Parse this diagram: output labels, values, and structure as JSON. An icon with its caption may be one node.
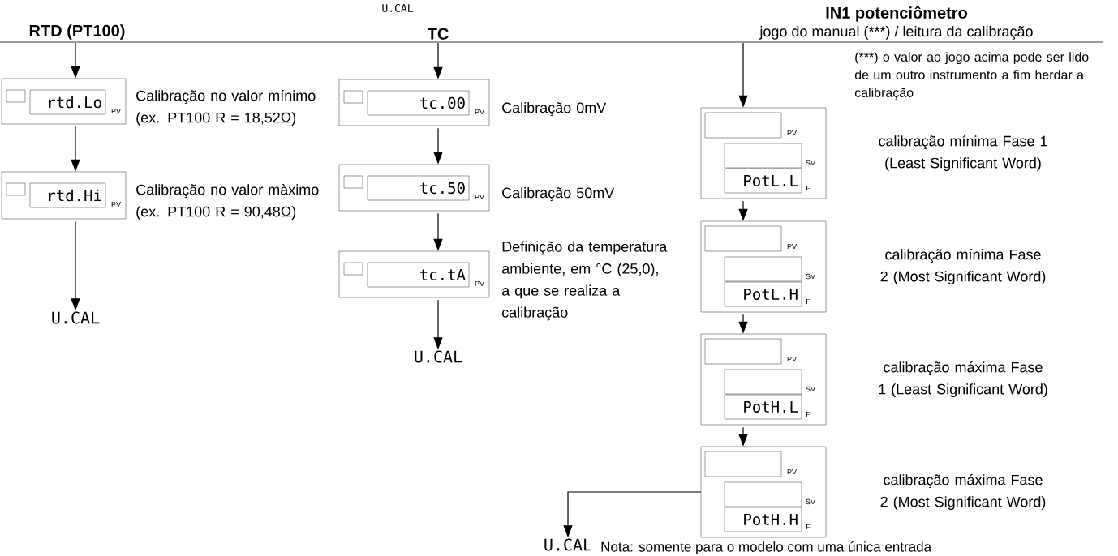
{
  "diagram": {
    "nodes": [
      {
        "text": [
          "RTD (PT100)"
        ]
      },
      {
        "text": [
          "rtd.Lo",
          "PV"
        ],
        "beside": [
          "Calibração no valor mínimo (ex. PT100  R = 18,52Ω)"
        ]
      },
      {
        "text": [
          "rtd.Hi",
          "PV"
        ],
        "beside": [
          "Calibração no valor màximo (ex. PT100  R = 90,48Ω)"
        ]
      },
      {
        "text": [
          "U.CAL"
        ]
      },
      {
        "text": [
          "TC"
        ]
      },
      {
        "text": [
          "tc.00",
          "PV"
        ],
        "beside": [
          "Calibração 0mV"
        ]
      },
      {
        "text": [
          "tc.50",
          "PV"
        ],
        "beside": [
          "Calibração  50mV"
        ]
      },
      {
        "text": [
          "tc.tA",
          "PV"
        ],
        "beside": [
          "Definição da temperatura ambiente, em °C (25,0), a que se realiza a calibração"
        ]
      },
      {
        "text": [
          "U.CAL"
        ]
      },
      {
        "text": [
          "IN1 potenciômetro",
          "jogo do manual (***) / leitura da calibração"
        ]
      },
      {
        "text": [
          "PV",
          "SV",
          "PotL.L",
          "F"
        ],
        "beside": [
          "calibração mínima Fase 1 (Least Significant Word)"
        ]
      },
      {
        "text": [
          "PV",
          "SV",
          "PotL.H",
          "F"
        ],
        "beside": [
          "calibração mínima Fase 2 (Most Significant Word)"
        ]
      },
      {
        "text": [
          "PV",
          "SV",
          "PotH.L",
          "F"
        ],
        "beside": [
          "calibração máxima Fase 1 (Least Significant Word)"
        ]
      },
      {
        "text": [
          "PV",
          "SV",
          "PotH.H",
          "F"
        ],
        "beside": [
          "calibração máxima Fase 2 (Most Significant Word)"
        ]
      },
      {
        "text": [
          "U.CAL"
        ]
      }
    ],
    "edges": [
      {
        "from": 0,
        "to": 1,
        "arrow": "to"
      },
      {
        "from": 1,
        "to": 2,
        "arrow": "to"
      },
      {
        "from": 2,
        "to": 3,
        "arrow": "to"
      },
      {
        "from": 4,
        "to": 5,
        "arrow": "to"
      },
      {
        "from": 5,
        "to": 6,
        "arrow": "to"
      },
      {
        "from": 6,
        "to": 7,
        "arrow": "to"
      },
      {
        "from": 7,
        "to": 8,
        "arrow": "to"
      },
      {
        "from": 9,
        "to": 10,
        "arrow": "to"
      },
      {
        "from": 10,
        "to": 11,
        "arrow": "to"
      },
      {
        "from": 11,
        "to": 12,
        "arrow": "to"
      },
      {
        "from": 12,
        "to": 13,
        "arrow": "to"
      },
      {
        "from": 13,
        "to": 14,
        "arrow": "to"
      }
    ],
    "labels": [
      "U.CAL",
      "(***) o valor ao jogo acima pode ser lido de um outro instrumento a fim herdar a calibração",
      "Nota: somente para o modelo com uma única entrada"
    ]
  }
}
